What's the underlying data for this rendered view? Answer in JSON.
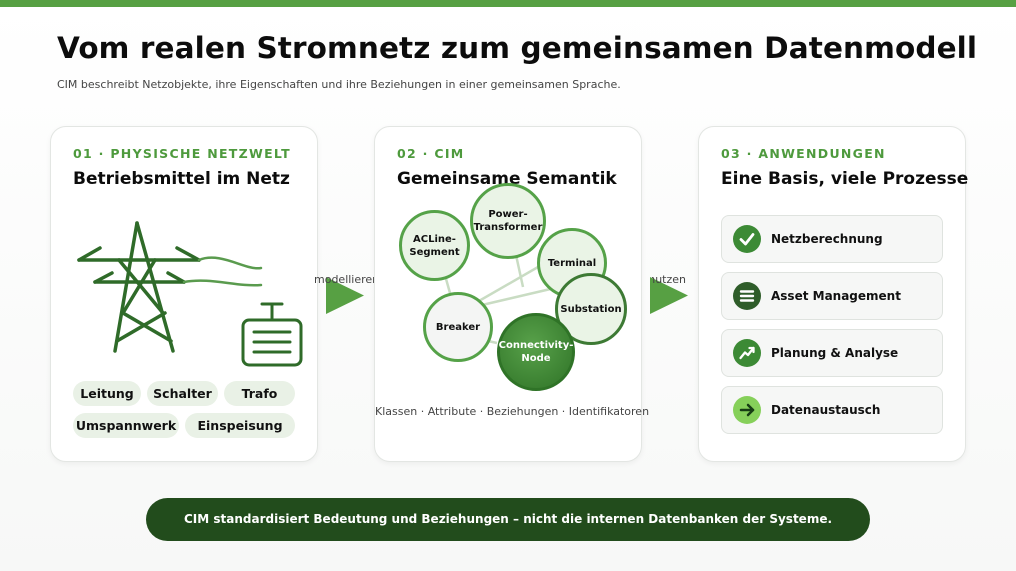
{
  "title": "Vom realen Stromnetz zum gemeinsamen Datenmodell",
  "subtitle": "CIM beschreibt Netzobjekte, ihre Eigenschaften und ihre Beziehungen in einer gemeinsamen Sprache.",
  "colors": {
    "accent": "#57a043",
    "dark": "#224c1c",
    "chip": "#e9f1e6",
    "icon": "#2f6b29"
  },
  "panels": [
    {
      "tag": "01 · PHYSISCHE NETZWELT",
      "heading": "Betriebsmittel im Netz",
      "icons": [
        "power-pylon-icon",
        "transformer-icon"
      ],
      "chips": [
        "Leitung",
        "Schalter",
        "Trafo",
        "Umspannwerk",
        "Einspeisung"
      ]
    },
    {
      "tag": "02 · CIM",
      "heading": "Gemeinsame Semantik",
      "nodes": [
        "ACLine-\nSegment",
        "Power-\nTransformer",
        "Terminal",
        "Substation",
        "Breaker",
        "Connectivity-\nNode"
      ],
      "caption": "Klassen · Attribute · Beziehungen · Identifikatoren"
    },
    {
      "tag": "03 · ANWENDUNGEN",
      "heading": "Eine Basis, viele Prozesse",
      "apps": [
        {
          "label": "Netzberechnung",
          "icon": "check-icon",
          "color": "#3c8a35"
        },
        {
          "label": "Asset Management",
          "icon": "list-icon",
          "color": "#2f5d2a"
        },
        {
          "label": "Planung & Analyse",
          "icon": "trend-up-icon",
          "color": "#3c8a35"
        },
        {
          "label": "Datenaustausch",
          "icon": "arrow-right-icon",
          "color": "#86d05a"
        }
      ]
    }
  ],
  "arrows": [
    "modellieren",
    "nutzen"
  ],
  "banner": "CIM standardisiert Bedeutung und Beziehungen – nicht die internen Datenbanken der Systeme."
}
